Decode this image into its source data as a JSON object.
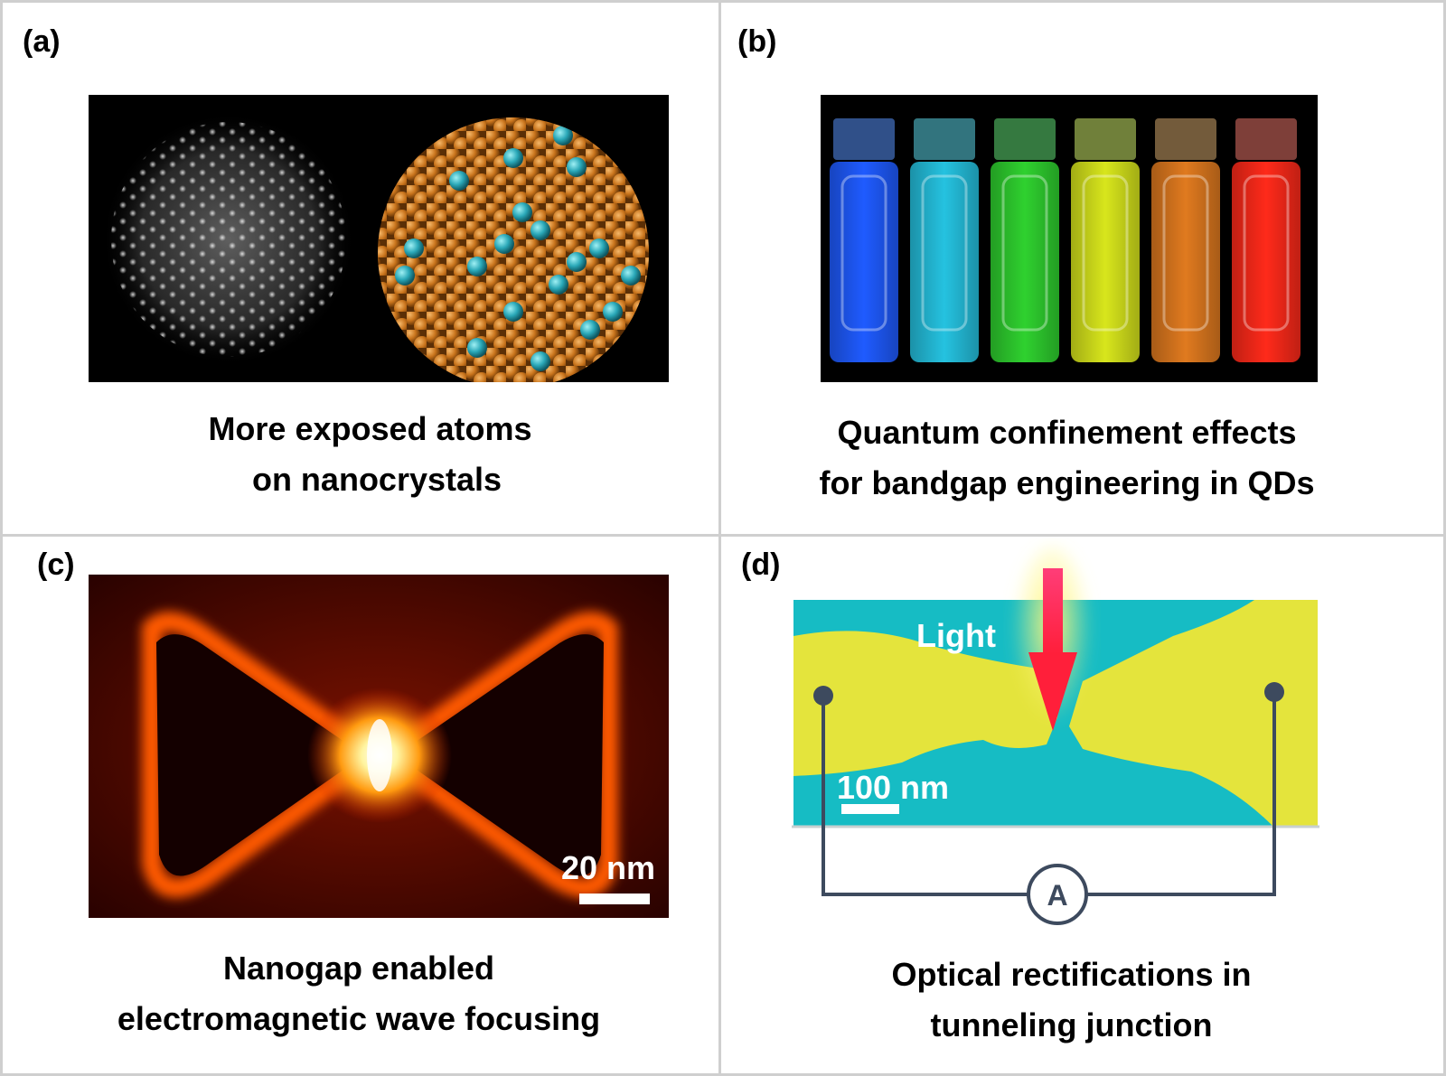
{
  "panels": {
    "a": {
      "label": "(a)",
      "caption_line1": "More exposed atoms",
      "caption_line2": "on nanocrystals"
    },
    "b": {
      "label": "(b)",
      "caption_line1": "Quantum confinement effects",
      "caption_line2": "for bandgap engineering in QDs",
      "vial_colors": [
        "#1f5bff",
        "#25c2e0",
        "#2fd12f",
        "#d8e61c",
        "#e07a1f",
        "#ff2a1a"
      ]
    },
    "c": {
      "label": "(c)",
      "scale_bar": "20 nm",
      "caption_line1": "Nanogap enabled",
      "caption_line2": "electromagnetic wave focusing"
    },
    "d": {
      "label": "(d)",
      "light_label": "Light",
      "scale_bar": "100 nm",
      "ammeter_symbol": "A",
      "caption_line1": "Optical rectifications in",
      "caption_line2": "tunneling junction"
    }
  }
}
